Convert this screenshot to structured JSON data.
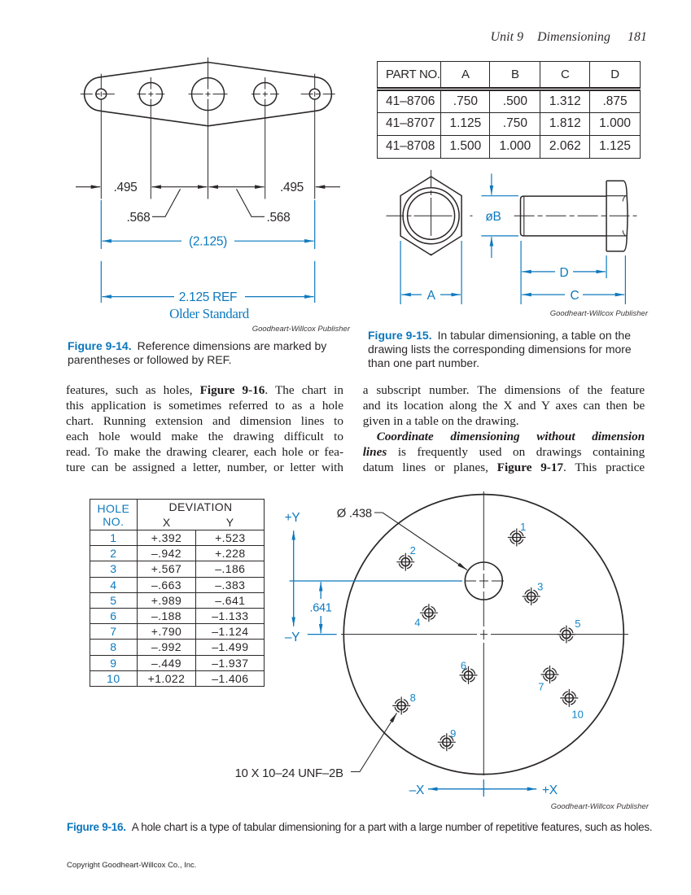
{
  "page": {
    "header_unit": "Unit 9",
    "header_title": "Dimensioning",
    "header_page": "181",
    "footer": "Copyright Goodheart-Willcox Co., Inc.",
    "credit": "Goodheart-Willcox Publisher"
  },
  "figure14": {
    "dims": {
      "d495_left": ".495",
      "d495_right": ".495",
      "d568_left": ".568",
      "d568_right": ".568",
      "paren_dim": "(2.125)",
      "ref_dim": "2.125 REF",
      "older_standard": "Older Standard"
    },
    "caption_label": "Figure 9-14.",
    "caption_text": "Reference dimensions are marked by parentheses or followed by REF."
  },
  "figure15": {
    "table": {
      "headers": [
        "PART NO.",
        "A",
        "B",
        "C",
        "D"
      ],
      "rows": [
        [
          "41–8706",
          ".750",
          ".500",
          "1.312",
          ".875"
        ],
        [
          "41–8707",
          "1.125",
          ".750",
          "1.812",
          "1.000"
        ],
        [
          "41–8708",
          "1.500",
          "1.000",
          "2.062",
          "1.125"
        ]
      ]
    },
    "dims": {
      "a": "A",
      "b": "øB",
      "c": "C",
      "d": "D"
    },
    "caption_label": "Figure 9-15.",
    "caption_text": "In tabular dimensioning, a table on the drawing lists the corresponding dimensions for more than one part number."
  },
  "body": {
    "left_lines": {
      "l1": {
        "pre": "features, such as holes, ",
        "bold": "Figure 9-16",
        "post": ". The chart in"
      },
      "l2": "this application is sometimes referred to as a hole",
      "l3": "chart. Running extension and dimension lines to",
      "l4": "each hole would make the drawing difficult to",
      "l5": "read. To make the drawing clearer, each hole or fea-",
      "l6": "ture can be assigned a letter, number, or letter with"
    },
    "right_lines": {
      "l1": "a subscript number. The dimensions of the feature",
      "l2": "and its location along the X and Y axes can then be",
      "l3": "given in a table on the drawing.",
      "l4": "Coordinate dimensioning without dimension",
      "l5": {
        "bi": "lines",
        "post": " is frequently used on drawings containing"
      },
      "l6": {
        "pre": "datum lines or planes, ",
        "bold": "Figure 9-17",
        "post": ". This practice"
      }
    }
  },
  "figure16": {
    "table": {
      "hole_hdr_1": "HOLE",
      "hole_hdr_2": "NO.",
      "deviation_hdr": "DEVIATION",
      "x_hdr": "X",
      "y_hdr": "Y",
      "rows": [
        [
          "1",
          "+.392",
          "+.523"
        ],
        [
          "2",
          "–.942",
          "+.228"
        ],
        [
          "3",
          "+.567",
          "–.186"
        ],
        [
          "4",
          "–.663",
          "–.383"
        ],
        [
          "5",
          "+.989",
          "–.641"
        ],
        [
          "6",
          "–.188",
          "–1.133"
        ],
        [
          "7",
          "+.790",
          "–1.124"
        ],
        [
          "8",
          "–.992",
          "–1.499"
        ],
        [
          "9",
          "–.449",
          "–1.937"
        ],
        [
          "10",
          "+1.022",
          "–1.406"
        ]
      ]
    },
    "labels": {
      "plus_y": "+Y",
      "minus_y": "–Y",
      "plus_x": "+X",
      "minus_x": "–X",
      "dim_641": ".641",
      "diameter_callout": "Ø .438",
      "thread_callout": "10 X 10–24  UNF–2B"
    },
    "caption_label": "Figure 9-16.",
    "caption_text": "A hole chart is a type of tabular dimensioning for a part with a large number of repetitive features, such as holes."
  }
}
